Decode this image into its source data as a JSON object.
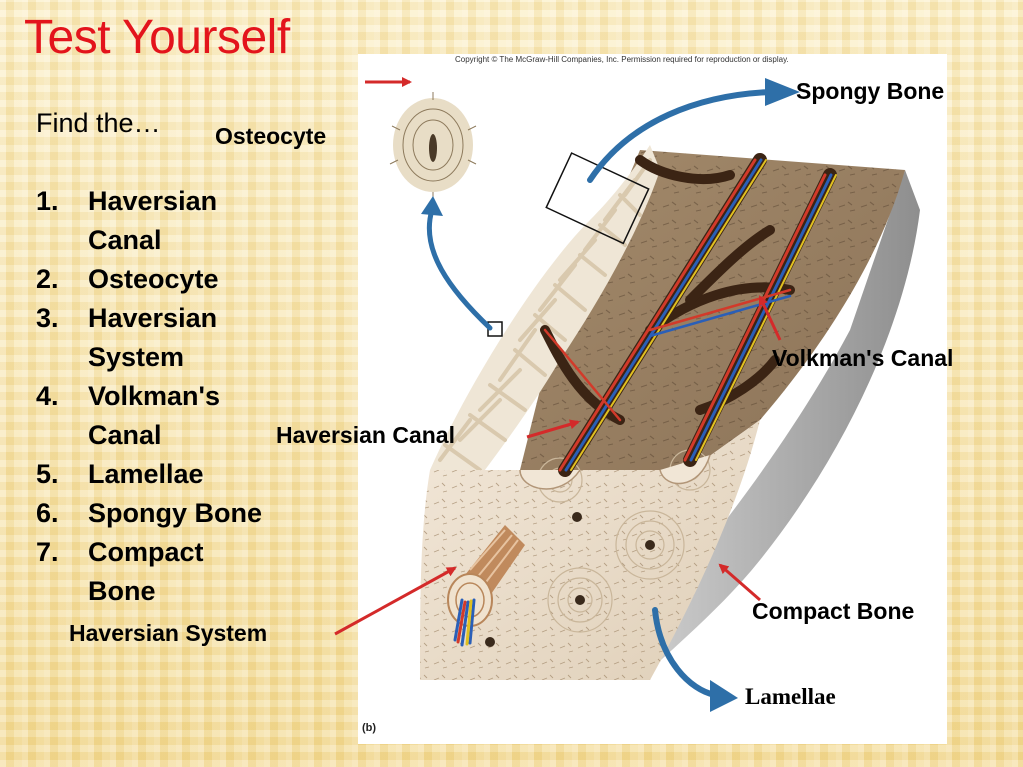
{
  "slide": {
    "title": "Test Yourself",
    "intro": "Find the…",
    "checklist": [
      {
        "num": "1.",
        "line1": "Haversian",
        "line2": "Canal"
      },
      {
        "num": "2.",
        "line1": "Osteocyte",
        "line2": ""
      },
      {
        "num": "3.",
        "line1": "Haversian",
        "line2": "System"
      },
      {
        "num": "4.",
        "line1": "Volkman's",
        "line2": "Canal"
      },
      {
        "num": "5.",
        "line1": "Lamellae",
        "line2": ""
      },
      {
        "num": "6.",
        "line1": "Spongy Bone",
        "line2": ""
      },
      {
        "num": "7.",
        "line1": "Compact",
        "line2": "Bone"
      }
    ]
  },
  "figure": {
    "copyright": "Copyright © The McGraw-Hill Companies, Inc. Permission required for reproduction or display.",
    "panel_label": "(b)",
    "labels": {
      "osteocyte": "Osteocyte",
      "spongy_bone": "Spongy Bone",
      "volkmans_canal": "Volkman's Canal",
      "haversian_canal": "Haversian Canal",
      "haversian_system": "Haversian System",
      "compact_bone": "Compact  Bone",
      "lamellae": "Lamellae"
    }
  },
  "colors": {
    "title": "#e3141c",
    "arrow_red": "#d42a2a",
    "arrow_blue": "#2e6fa8",
    "bone_surface": "#9c8466",
    "bone_section": "#ece0cf",
    "periosteum": "#b7b7b7"
  }
}
